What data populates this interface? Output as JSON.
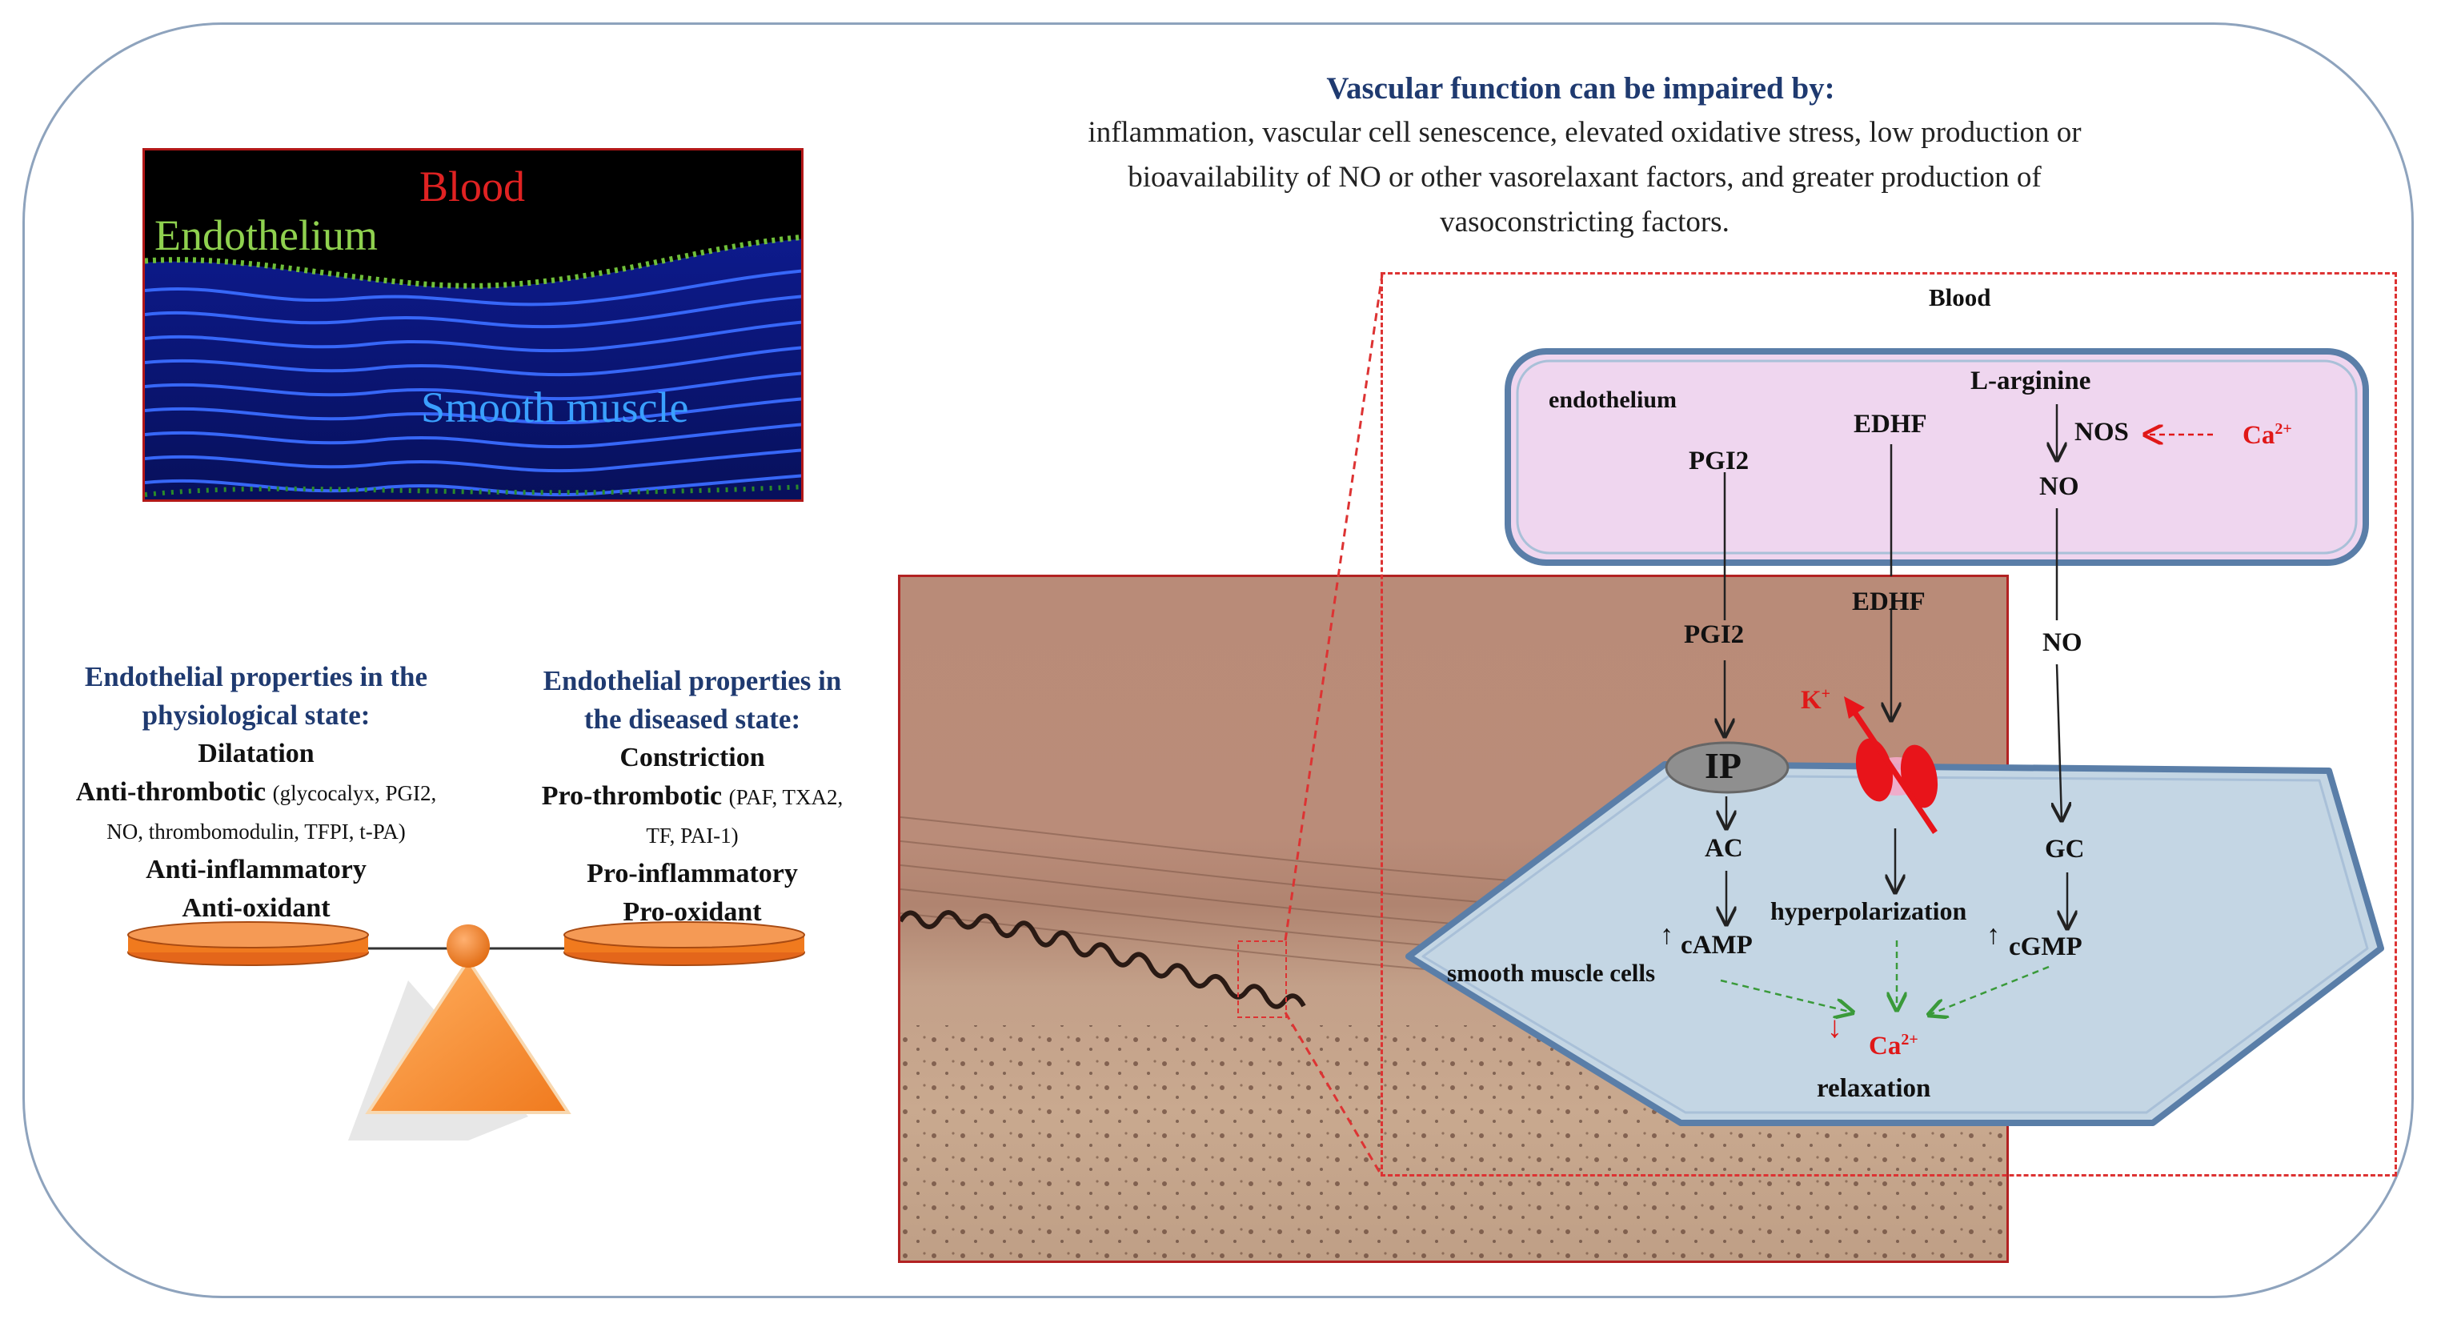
{
  "micrograph": {
    "blood": "Blood",
    "endothelium": "Endothelium",
    "smooth_muscle": "Smooth muscle"
  },
  "impaired": {
    "title": "Vascular function can be impaired by:",
    "line1": "inflammation,  vascular cell senescence, elevated oxidative stress, low production or",
    "line2": "bioavailability  of NO or other vasorelaxant  factors, and greater production of",
    "line3": "vasoconstricting factors."
  },
  "physiological": {
    "title1": "Endothelial  properties  in  the",
    "title2": "physiological state:",
    "dilatation": "Dilatation",
    "antithrombotic": "Anti-thrombotic",
    "antithrombotic_detail1": "(glycocalyx, PGI2,",
    "antithrombotic_detail2": "NO, thrombomodulin, TFPI, t-PA)",
    "antiinflammatory": "Anti-inflammatory",
    "antioxidant": "Anti-oxidant"
  },
  "diseased": {
    "title1": "Endothelial  properties  in",
    "title2": "the diseased state:",
    "constriction": "Constriction",
    "prothrombotic": "Pro-thrombotic",
    "prothrombotic_detail1": "(PAF, TXA2,",
    "prothrombotic_detail2": "TF, PAI-1)",
    "proinflammatory": "Pro-inflammatory",
    "prooxidant": "Pro-oxidant"
  },
  "pathway": {
    "blood": "Blood",
    "endothelium": "endothelium",
    "l_arginine": "L-arginine",
    "edhf_endo": "EDHF",
    "pgi2_endo": "PGI2",
    "nos": "NOS",
    "ca_endo": "Ca",
    "ca_endo_sup": "2+",
    "no_endo": "NO",
    "edhf_mid": "EDHF",
    "pgi2_mid": "PGI2",
    "no_mid": "NO",
    "k": "K",
    "k_sup": "+",
    "ip": "IP",
    "ac": "AC",
    "gc": "GC",
    "camp": "cAMP",
    "cgmp": "cGMP",
    "hyperpolarization": "hyperpolarization",
    "smooth_muscle_cells": "smooth muscle cells",
    "ca_smc": "Ca",
    "ca_smc_sup": "2+",
    "relaxation": "relaxation",
    "up_arrow": "↑",
    "down_arrow": "↓"
  },
  "colors": {
    "title_navy": "#1f3a70",
    "red": "#e01818",
    "orange": "#f07a1e",
    "endothelium_fill": "#efd6ef",
    "smc_fill": "#c4d6e4",
    "frame": "#8ea3bd"
  }
}
